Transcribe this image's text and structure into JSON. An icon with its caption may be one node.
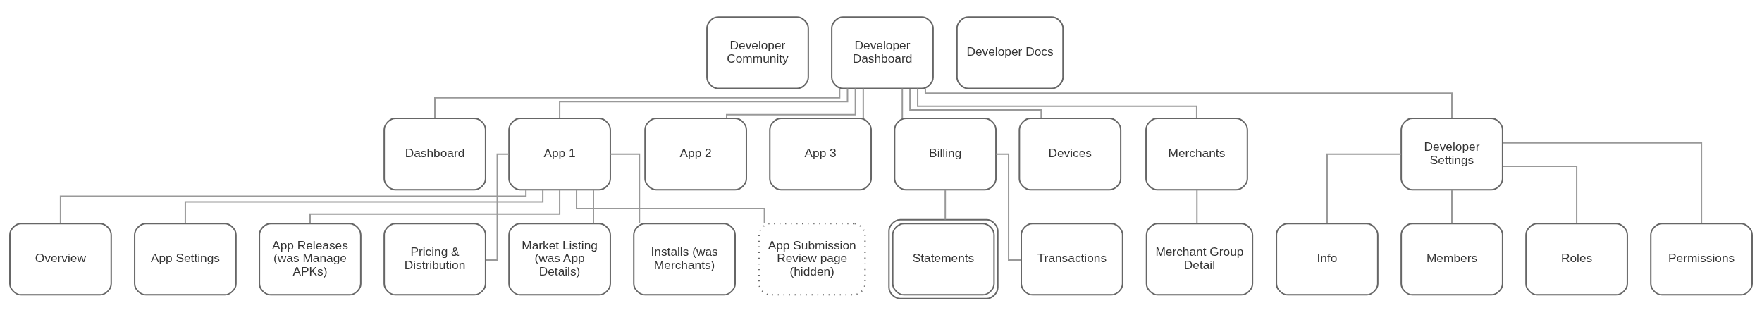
{
  "diagram": {
    "nodes": [
      {
        "text": [
          "Developer Community"
        ]
      },
      {
        "text": [
          "Developer Dashboard"
        ]
      },
      {
        "text": [
          "Developer Docs"
        ]
      },
      {
        "text": [
          "Dashboard"
        ]
      },
      {
        "text": [
          "App 1"
        ]
      },
      {
        "text": [
          "App 2"
        ]
      },
      {
        "text": [
          "App 3"
        ]
      },
      {
        "text": [
          "Billing"
        ]
      },
      {
        "text": [
          "Devices"
        ]
      },
      {
        "text": [
          "Merchants"
        ]
      },
      {
        "text": [
          "Developer Settings"
        ]
      },
      {
        "text": [
          "Overview"
        ]
      },
      {
        "text": [
          "App Settings"
        ]
      },
      {
        "text": [
          "App Releases (was Manage APKs)"
        ]
      },
      {
        "text": [
          "Pricing & Distribution"
        ]
      },
      {
        "text": [
          "Market Listing (was App Details)"
        ]
      },
      {
        "text": [
          "Installs (was Merchants)"
        ]
      },
      {
        "text": [
          "App Submission Review page (hidden)"
        ]
      },
      {
        "text": [
          "Statements"
        ]
      },
      {
        "text": [
          "Transactions"
        ]
      },
      {
        "text": [
          "Merchant Group Detail"
        ]
      },
      {
        "text": [
          "Info"
        ]
      },
      {
        "text": [
          "Members"
        ]
      },
      {
        "text": [
          "Roles"
        ]
      },
      {
        "text": [
          "Permissions"
        ]
      }
    ],
    "edges": [
      {
        "from": 1,
        "to": 3,
        "arrow": "none"
      },
      {
        "from": 1,
        "to": 4,
        "arrow": "none"
      },
      {
        "from": 1,
        "to": 5,
        "arrow": "none"
      },
      {
        "from": 1,
        "to": 6,
        "arrow": "none"
      },
      {
        "from": 1,
        "to": 7,
        "arrow": "none"
      },
      {
        "from": 1,
        "to": 8,
        "arrow": "none"
      },
      {
        "from": 1,
        "to": 9,
        "arrow": "none"
      },
      {
        "from": 1,
        "to": 10,
        "arrow": "none"
      },
      {
        "from": 4,
        "to": 11,
        "arrow": "none"
      },
      {
        "from": 4,
        "to": 12,
        "arrow": "none"
      },
      {
        "from": 4,
        "to": 13,
        "arrow": "none"
      },
      {
        "from": 4,
        "to": 14,
        "arrow": "none"
      },
      {
        "from": 4,
        "to": 15,
        "arrow": "none"
      },
      {
        "from": 4,
        "to": 16,
        "arrow": "none"
      },
      {
        "from": 4,
        "to": 17,
        "arrow": "none"
      },
      {
        "from": 7,
        "to": 18,
        "arrow": "none"
      },
      {
        "from": 7,
        "to": 19,
        "arrow": "none"
      },
      {
        "from": 9,
        "to": 20,
        "arrow": "none"
      },
      {
        "from": 10,
        "to": 21,
        "arrow": "none"
      },
      {
        "from": 10,
        "to": 22,
        "arrow": "none"
      },
      {
        "from": 10,
        "to": 23,
        "arrow": "none"
      },
      {
        "from": 10,
        "to": 24,
        "arrow": "none"
      }
    ]
  }
}
